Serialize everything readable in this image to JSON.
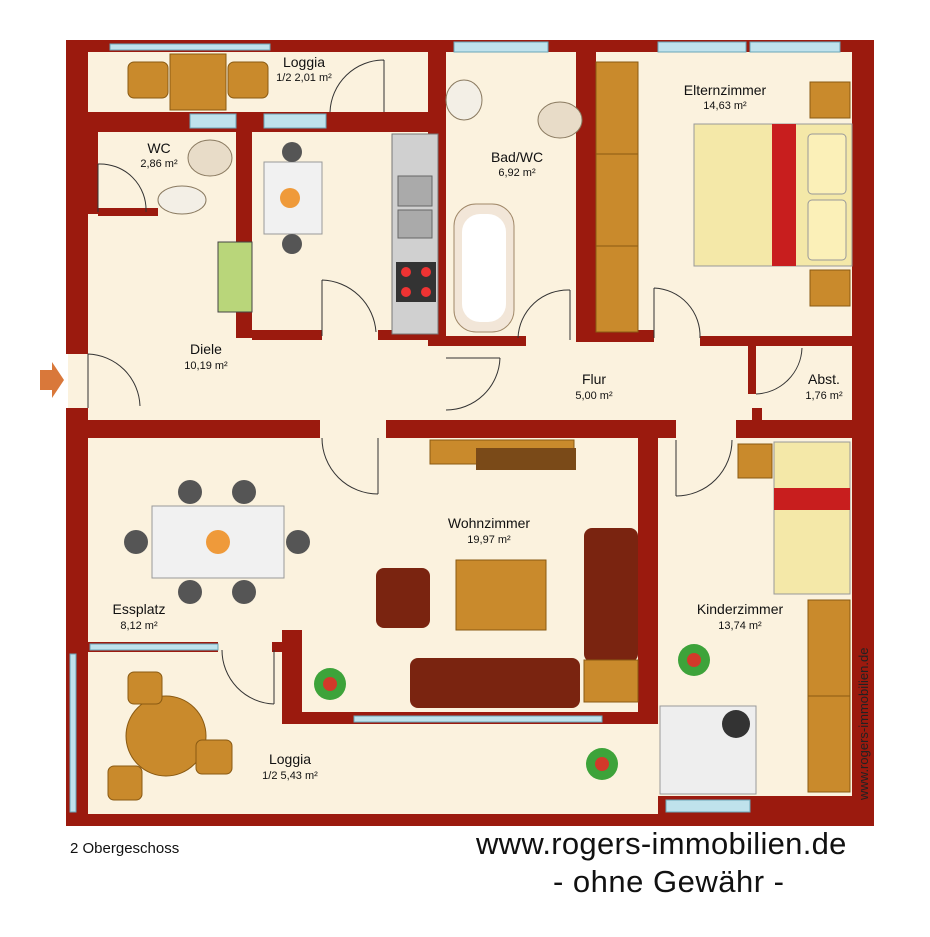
{
  "rooms": {
    "loggia_top": {
      "name": "Loggia",
      "area": "1/2 2,01 m²"
    },
    "wc": {
      "name": "WC",
      "area": "2,86 m²"
    },
    "bad": {
      "name": "Bad/WC",
      "area": "6,92 m²"
    },
    "eltern": {
      "name": "Elternzimmer",
      "area": "14,63 m²"
    },
    "diele": {
      "name": "Diele",
      "area": "10,19 m²"
    },
    "flur": {
      "name": "Flur",
      "area": "5,00 m²"
    },
    "abst": {
      "name": "Abst.",
      "area": "1,76 m²"
    },
    "wohn": {
      "name": "Wohnzimmer",
      "area": "19,97 m²"
    },
    "ess": {
      "name": "Essplatz",
      "area": "8,12 m²"
    },
    "kinder": {
      "name": "Kinderzimmer",
      "area": "13,74 m²"
    },
    "loggia_bottom": {
      "name": "Loggia",
      "area": "1/2 5,43 m²"
    }
  },
  "footer": {
    "floor_label": "2 Obergeschoss",
    "website": "www.rogers-immobilien.de",
    "disclaimer": "- ohne Gewähr -",
    "vertical_watermark": "www.rogers-immobilien.de"
  },
  "colors": {
    "wall": "#9b1a0e",
    "floor": "#fbf2de",
    "window": "#bfe2ec",
    "wood": "#c98a2c",
    "sofa": "#7a2410",
    "bed_red": "#c81e1e"
  }
}
